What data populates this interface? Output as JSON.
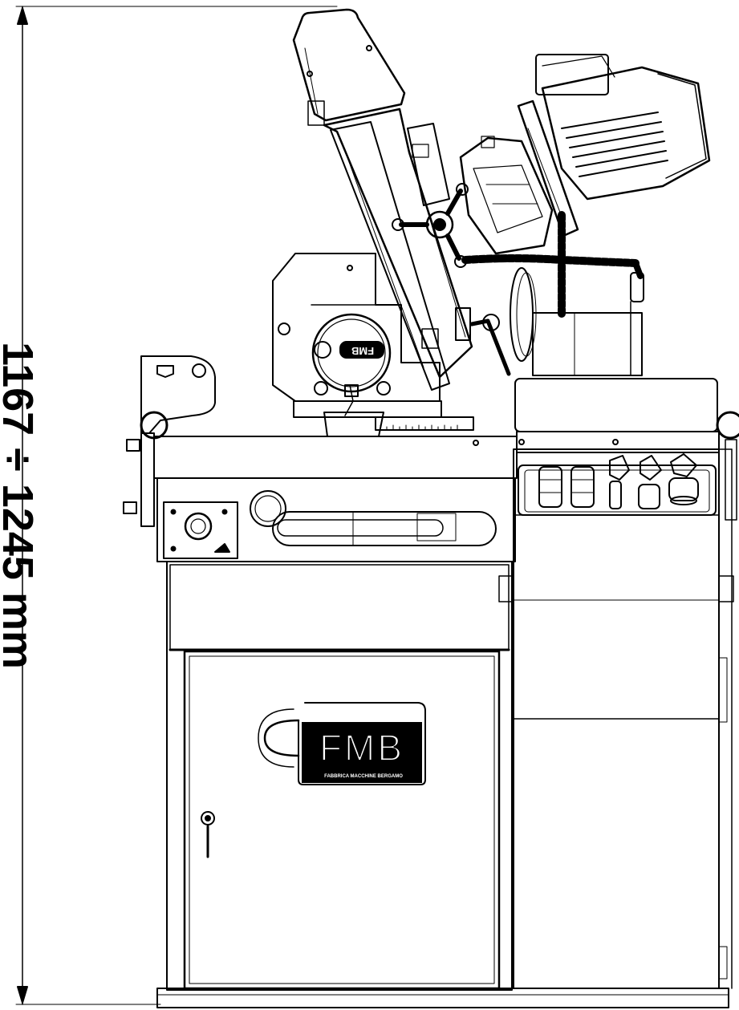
{
  "drawing": {
    "height_dimension_label": "1167 ÷ 1245 mm",
    "brand_logo": "FMB",
    "brand_tagline": "FABBRICA MACCHINE BERGAMO",
    "control_panel_badge": "FMB"
  }
}
